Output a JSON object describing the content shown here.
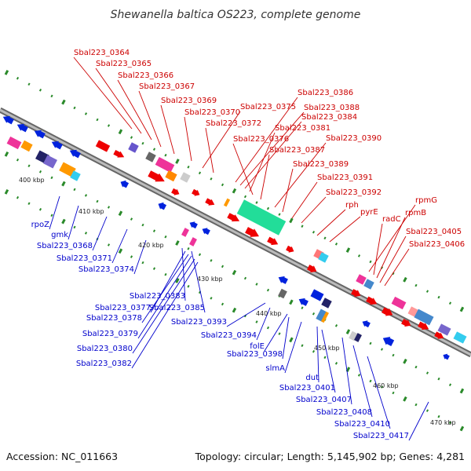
{
  "title": "Shewanella baltica OS223, complete genome",
  "footer": {
    "accession": "Accession: NC_011663",
    "summary": "Topology: circular; Length: 5,145,902 bp; Genes: 4,281"
  },
  "colors": {
    "plus_label": "#cc0000",
    "minus_label": "#0000cc",
    "backbone": "#888888",
    "tick": "#2a8a2a"
  },
  "kbp_ticks": [
    "400 kbp",
    "410 kbp",
    "420 kbp",
    "430 kbp",
    "440 kbp",
    "450 kbp",
    "460 kbp",
    "470 kbp"
  ],
  "plus_genes": [
    "Sbal223_0364",
    "Sbal223_0365",
    "Sbal223_0366",
    "Sbal223_0367",
    "Sbal223_0369",
    "Sbal223_0370",
    "Sbal223_0375",
    "Sbal223_0372",
    "Sbal223_0386",
    "Sbal223_0388",
    "Sbal223_0384",
    "Sbal223_0381",
    "Sbal223_0376",
    "Sbal223_0387",
    "Sbal223_0390",
    "Sbal223_0389",
    "Sbal223_0391",
    "Sbal223_0392",
    "rph",
    "pyrE",
    "rpmG",
    "radC",
    "rpmB",
    "Sbal223_0405",
    "Sbal223_0406"
  ],
  "minus_genes": [
    "rpoZ",
    "gmk",
    "Sbal223_0368",
    "Sbal223_0371",
    "Sbal223_0374",
    "Sbal223_0383",
    "Sbal223_0377",
    "Sbal223_0385",
    "Sbal223_0378",
    "Sbal223_0379",
    "Sbal223_0380",
    "Sbal223_0382",
    "Sbal223_0393",
    "Sbal223_0394",
    "folE",
    "Sbal223_0398",
    "slmA",
    "dut",
    "Sbal223_0401",
    "Sbal223_0407",
    "Sbal223_0408",
    "Sbal223_0410",
    "Sbal223_0417"
  ]
}
